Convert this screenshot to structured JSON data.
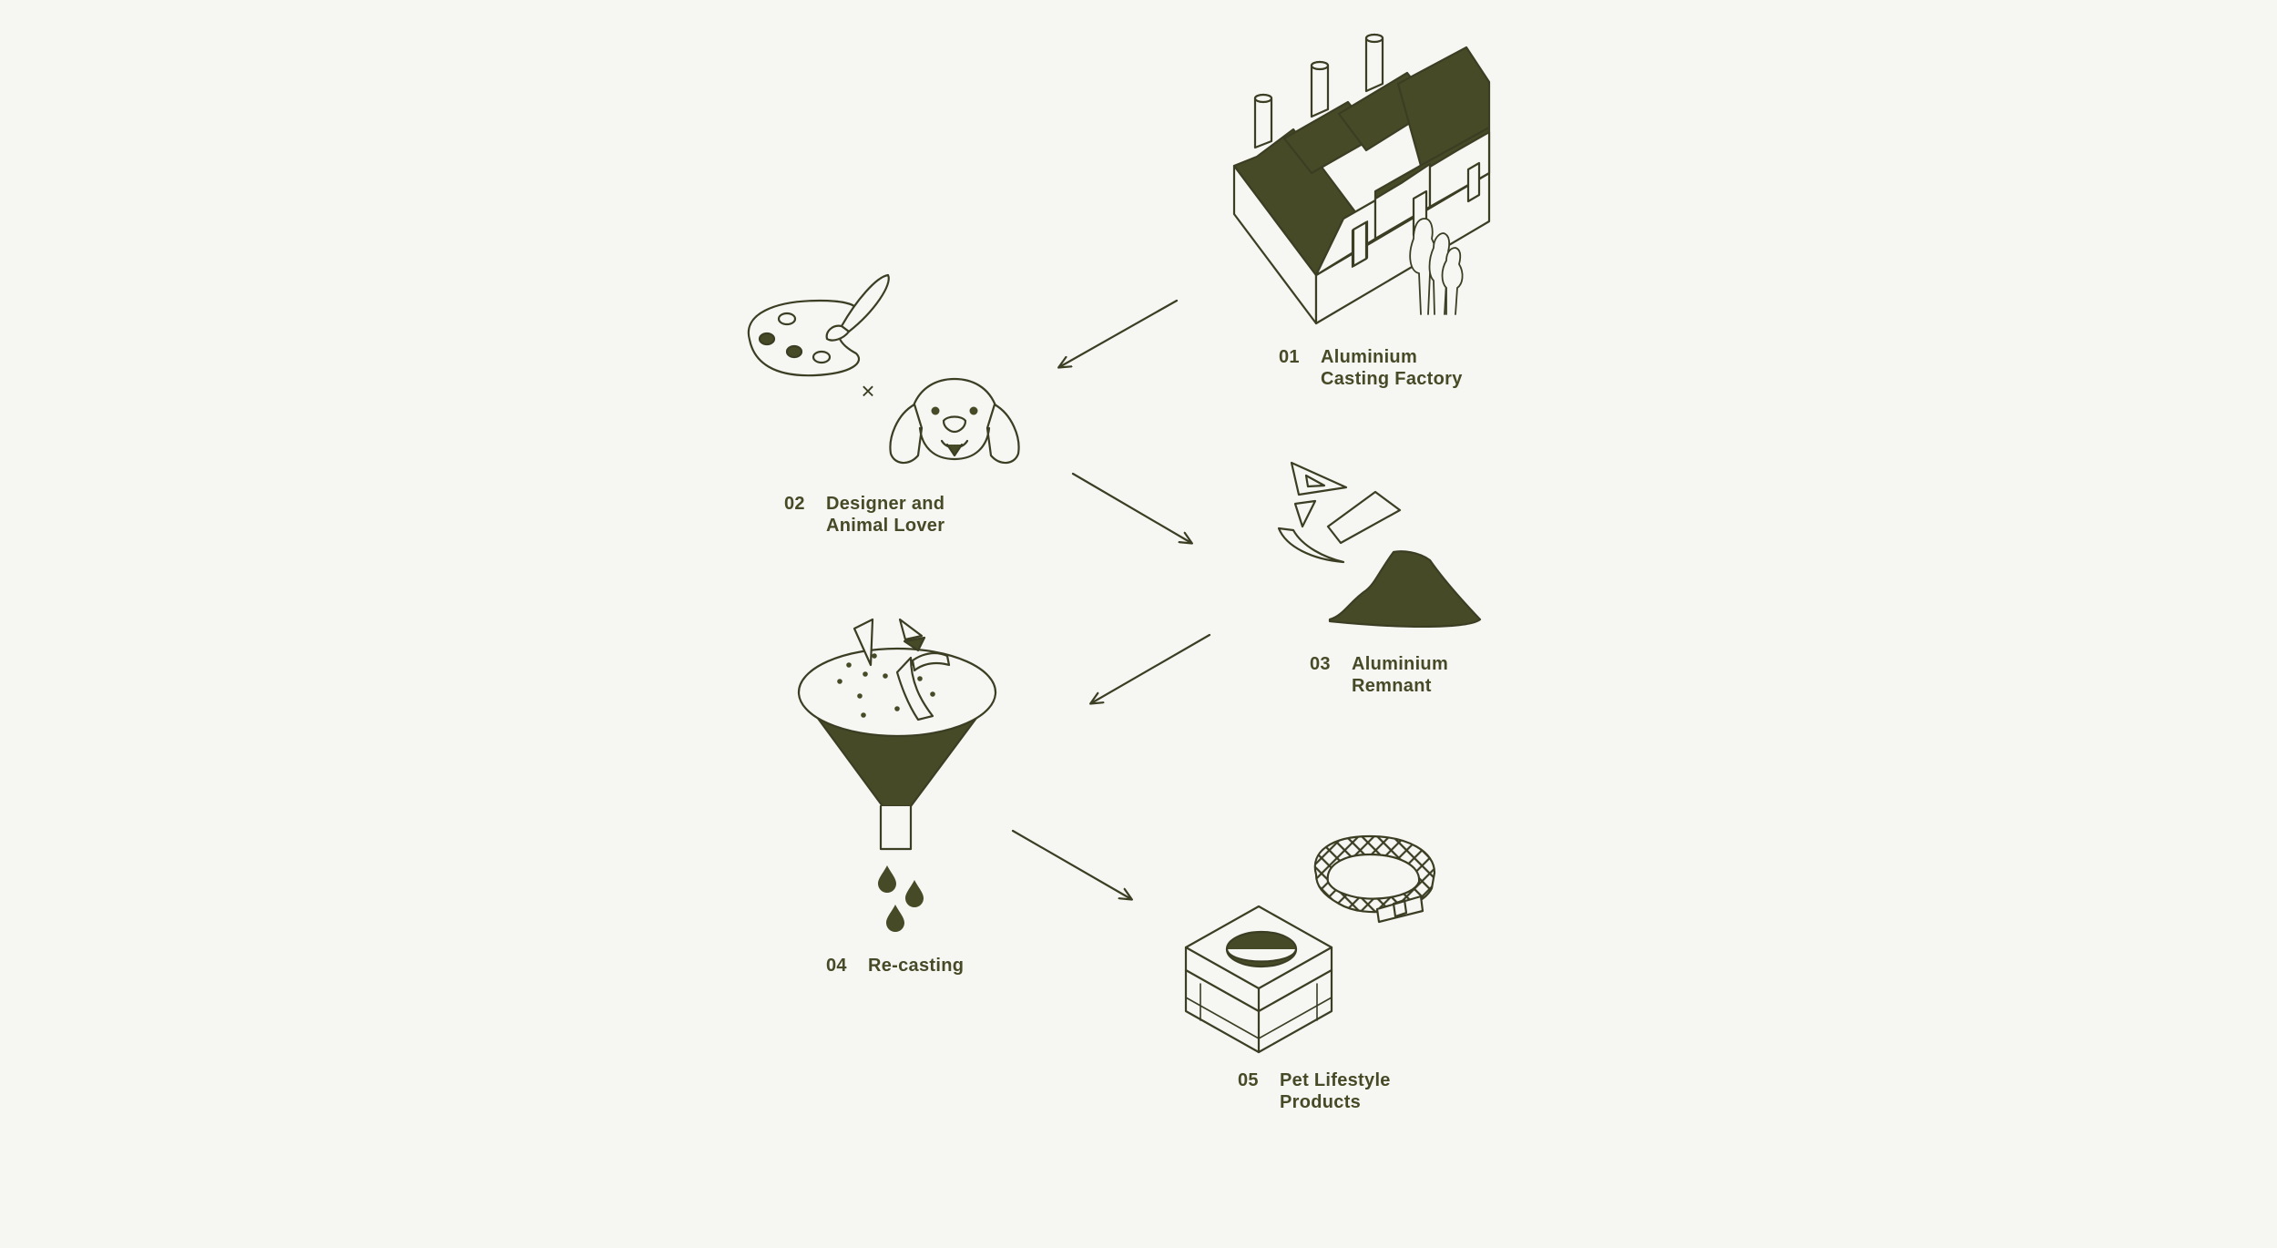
{
  "colors": {
    "background": "#f6f6f3",
    "ink": "#474a26",
    "stroke": "#3c3e24"
  },
  "steps": [
    {
      "num": "01",
      "line1": "Aluminium",
      "line2": "Casting Factory",
      "icon": "factory-icon"
    },
    {
      "num": "02",
      "line1": "Designer and",
      "line2": "Animal Lover",
      "icon": "palette-and-dog-icon"
    },
    {
      "num": "03",
      "line1": "Aluminium",
      "line2": "Remnant",
      "icon": "aluminium-scraps-icon"
    },
    {
      "num": "04",
      "line1": "Re-casting",
      "line2": "",
      "icon": "funnel-icon"
    },
    {
      "num": "05",
      "line1": "Pet Lifestyle",
      "line2": "Products",
      "icon": "pet-products-icon"
    }
  ],
  "connector_symbol": "×"
}
